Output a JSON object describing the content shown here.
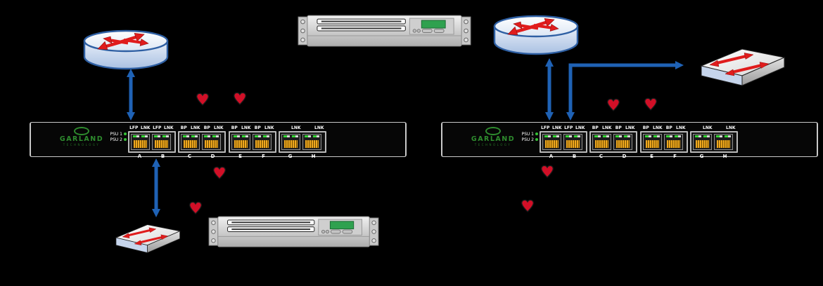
{
  "diagram_title": "",
  "background_color": "#000000",
  "colors": {
    "connector_blue": "#1f62b5",
    "heart_red": "#d10f27",
    "icon_arrow_red": "#e01c1c",
    "led_green": "#35d435",
    "psu_led_green": "#35c135",
    "port_pin_orange": "#f0a81e",
    "lcd_green": "#2fa14f",
    "logo_green": "#2e8b2e",
    "router_fill_blue": "#b9cde9"
  },
  "tap_device": {
    "brand": "GARLAND",
    "brand_sub": "TECHNOLOGY",
    "psu1_label": "PSU 1",
    "psu2_label": "PSU 2",
    "ports": {
      "a": {
        "letter": "A",
        "label_left": "LFP",
        "label_right": "LNK"
      },
      "b": {
        "letter": "B",
        "label_left": "LFP",
        "label_right": "LNK"
      },
      "c": {
        "letter": "C",
        "label_left": "BP",
        "label_right": "LNK"
      },
      "d": {
        "letter": "D",
        "label_left": "BP",
        "label_right": "LNK"
      },
      "e": {
        "letter": "E",
        "label_left": "BP",
        "label_right": "LNK"
      },
      "f": {
        "letter": "F",
        "label_left": "BP",
        "label_right": "LNK"
      },
      "g": {
        "letter": "G",
        "label_left": "",
        "label_right": "LNK"
      },
      "h": {
        "letter": "H",
        "label_left": "",
        "label_right": "LNK"
      }
    }
  },
  "icons": {
    "router": "router-icon",
    "switch": "switch-icon",
    "server": "server-icon",
    "heart": "heartbeat-icon"
  },
  "connections": [
    {
      "from": "left-router",
      "to": "left-tap-port-a",
      "style": "double-arrow"
    },
    {
      "from": "left-tap-port-b",
      "to": "left-switch",
      "style": "double-arrow"
    },
    {
      "from": "right-router",
      "to": "right-tap-port-a",
      "style": "double-arrow"
    },
    {
      "from": "right-tap-port-b",
      "to": "right-switch",
      "style": "elbow-double-arrow"
    }
  ]
}
